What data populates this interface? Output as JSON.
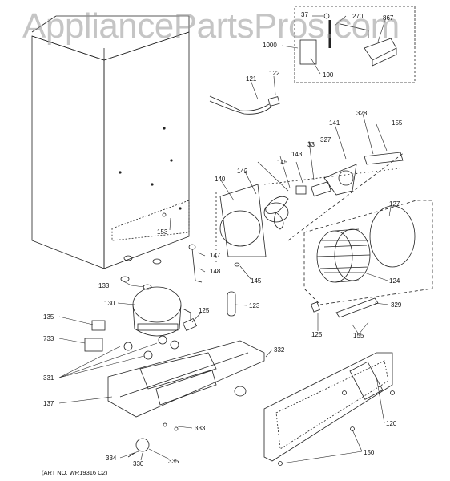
{
  "watermark": "AppliancePartsPros.com",
  "art_number": "(ART NO. WR19316 C2)",
  "labels": {
    "p37": "37",
    "p270": "270",
    "p867": "867",
    "p1000": "1000",
    "p100": "100",
    "p121": "121",
    "p122": "122",
    "p328": "328",
    "p141": "141",
    "p155a": "155",
    "p33": "33",
    "p327": "327",
    "p143": "143",
    "p145a": "145",
    "p142": "142",
    "p140": "140",
    "p153": "153",
    "p147": "147",
    "p148": "148",
    "p145b": "145",
    "p127": "127",
    "p124": "124",
    "p133": "133",
    "p130": "130",
    "p125a": "125",
    "p123": "123",
    "p125b": "125",
    "p329": "329",
    "p155b": "155",
    "p135": "135",
    "p733": "733",
    "p331": "331",
    "p332": "332",
    "p137": "137",
    "p333": "333",
    "p120": "120",
    "p150": "150",
    "p334": "334",
    "p330": "330",
    "p335": "335"
  },
  "colors": {
    "line": "#222222",
    "watermark": "#999999"
  }
}
